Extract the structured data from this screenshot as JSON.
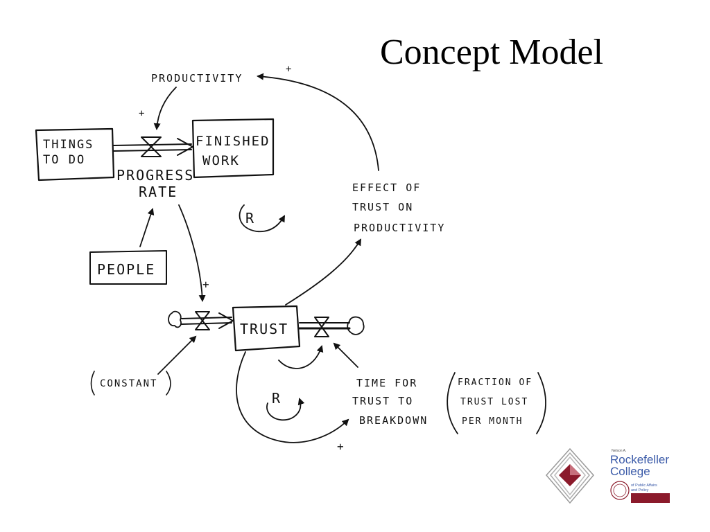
{
  "slide": {
    "title": "Concept Model"
  },
  "diagram": {
    "stocks": {
      "things_to_do": [
        "THINGS",
        "TO  DO"
      ],
      "finished_work": [
        "FINISHED",
        "WORK"
      ],
      "people": "PEOPLE",
      "trust": "TRUST"
    },
    "flows": {
      "progress_rate": [
        "PROGRESS",
        "RATE"
      ]
    },
    "variables": {
      "productivity": "PRODUCTIVITY",
      "effect_of_trust": [
        "EFFECT  OF",
        "TRUST  ON",
        "PRODUCTIVITY"
      ],
      "constant": "CONSTANT",
      "time_for_trust": [
        "TIME  FOR",
        "TRUST  TO",
        "BREAKDOWN"
      ],
      "fraction_of_trust": [
        "FRACTION OF",
        "TRUST LOST",
        "PER  MONTH"
      ]
    },
    "loops": {
      "upper": "R",
      "lower": "R"
    },
    "polarities": {
      "productivity_in": "+",
      "productivity_out": "+",
      "progress_to_trust": "+",
      "trust_breakdown": "+"
    }
  },
  "logo": {
    "prefix": "Nelson A.",
    "line1": "Rockefeller",
    "line2": "College",
    "sub1": "of Public Affairs",
    "sub2": "and Policy",
    "accent": "#8b1a2b",
    "brand": "#3a5aa8"
  }
}
